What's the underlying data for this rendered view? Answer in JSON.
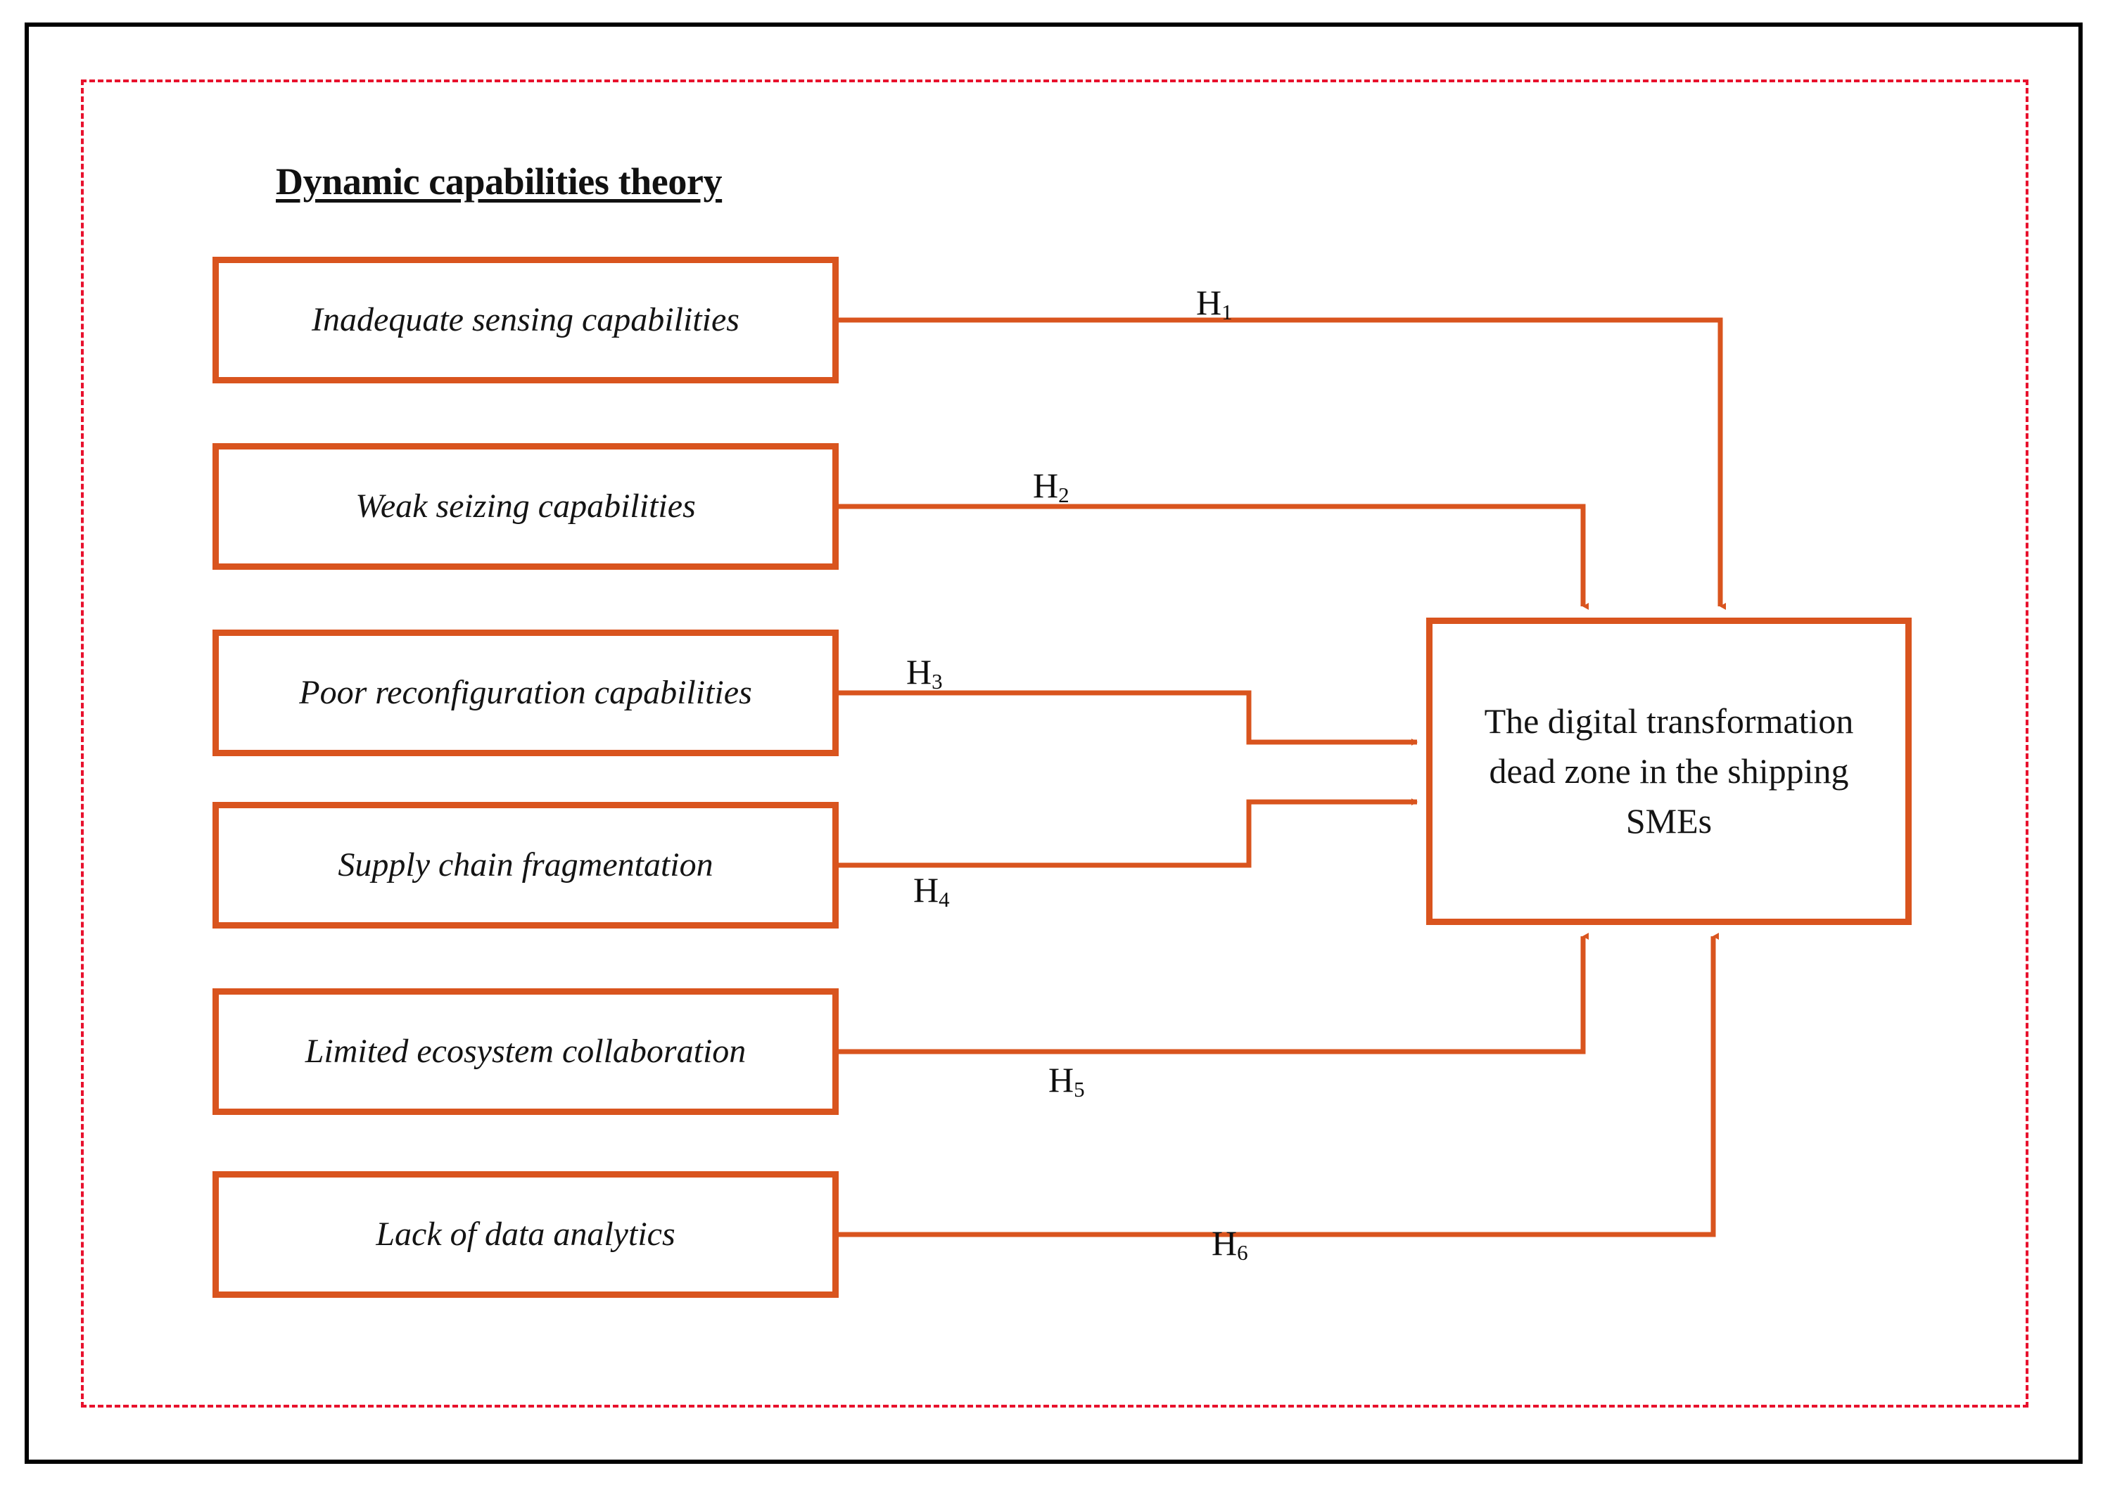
{
  "figure": {
    "theory_title": "Dynamic capabilities theory",
    "outcome": {
      "label": "The digital transformation dead zone in the shipping SMEs"
    },
    "factors": [
      {
        "id": "inadequate-sensing-capabilities",
        "label": "Inadequate sensing capabilities"
      },
      {
        "id": "weak-seizing-capabilities",
        "label": "Weak seizing capabilities"
      },
      {
        "id": "poor-reconfiguration-capabilities",
        "label": "Poor reconfiguration capabilities"
      },
      {
        "id": "supply-chain-fragmentation",
        "label": "Supply chain fragmentation"
      },
      {
        "id": "limited-ecosystem-collaboration",
        "label": "Limited ecosystem collaboration"
      },
      {
        "id": "lack-of-data-analytics",
        "label": "Lack of data analytics"
      }
    ],
    "hypotheses": [
      {
        "id": "H1",
        "letter": "H",
        "index": "1",
        "from": "inadequate-sensing-capabilities",
        "to": "outcome",
        "enters": "top"
      },
      {
        "id": "H2",
        "letter": "H",
        "index": "2",
        "from": "weak-seizing-capabilities",
        "to": "outcome",
        "enters": "top"
      },
      {
        "id": "H3",
        "letter": "H",
        "index": "3",
        "from": "poor-reconfiguration-capabilities",
        "to": "outcome",
        "enters": "left"
      },
      {
        "id": "H4",
        "letter": "H",
        "index": "4",
        "from": "supply-chain-fragmentation",
        "to": "outcome",
        "enters": "left"
      },
      {
        "id": "H5",
        "letter": "H",
        "index": "5",
        "from": "limited-ecosystem-collaboration",
        "to": "outcome",
        "enters": "bottom"
      },
      {
        "id": "H6",
        "letter": "H",
        "index": "6",
        "from": "lack-of-data-analytics",
        "to": "outcome",
        "enters": "bottom"
      }
    ],
    "colors": {
      "box_border": "#D9541E",
      "connector": "#D9541E",
      "outer_frame": "#000000",
      "inner_frame": "#E8112D",
      "text": "#141414",
      "background": "#FFFFFF"
    }
  }
}
